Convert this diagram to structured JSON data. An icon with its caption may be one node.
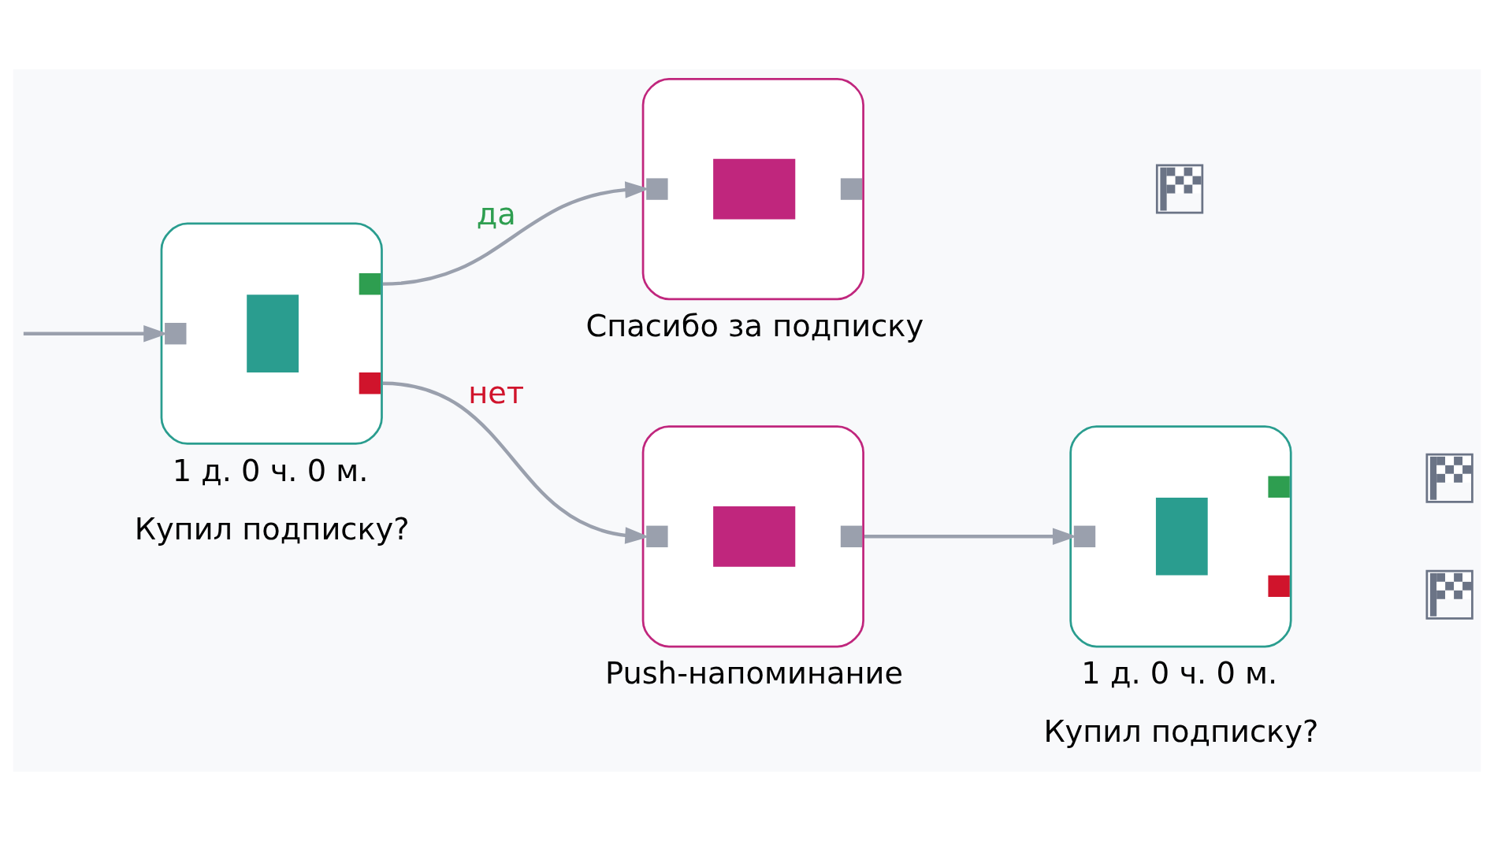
{
  "diagram": {
    "nodes": [
      {
        "text": [
          "Купил подписку?"
        ],
        "beside": [
          "1 д. 0 ч. 0 м."
        ]
      },
      {
        "text": [
          "Спасибо за подписку"
        ]
      },
      {
        "text": [],
        "shape": "flag"
      },
      {
        "text": [
          "Push-напоминание"
        ]
      },
      {
        "text": [
          "Купил подписку?"
        ],
        "beside": [
          "1 д. 0 ч. 0 м."
        ]
      },
      {
        "text": [],
        "shape": "flag"
      },
      {
        "text": [],
        "shape": "flag"
      }
    ],
    "edges": [
      {
        "from": null,
        "to": 0,
        "arrow": "to"
      },
      {
        "from": 0,
        "to": 1,
        "label": "да",
        "arrow": "to"
      },
      {
        "from": 0,
        "to": 3,
        "label": "нет",
        "arrow": "to"
      },
      {
        "from": 3,
        "to": 4,
        "arrow": "to"
      }
    ]
  }
}
